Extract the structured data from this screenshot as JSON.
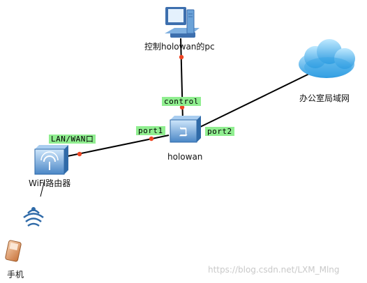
{
  "nodes": {
    "pc": {
      "label": "控制holowan的pc"
    },
    "holowan": {
      "label": "holowan"
    },
    "cloud": {
      "label": "办公室局域网"
    },
    "router": {
      "label": "WiFi路由器"
    },
    "phone": {
      "label": "手机"
    }
  },
  "port_tags": {
    "control": "control",
    "port1": "port1",
    "port2": "port2",
    "lan_wan": "LAN/WAN口"
  },
  "watermark": "https://blog.csdn.net/LXM_Mlng",
  "colors": {
    "link": "#000000",
    "endpoint": "#ee4422",
    "tag_bg": "#90ee90",
    "device_blue": "#5b9bd5",
    "cloud_blue": "#4fb3ea"
  }
}
